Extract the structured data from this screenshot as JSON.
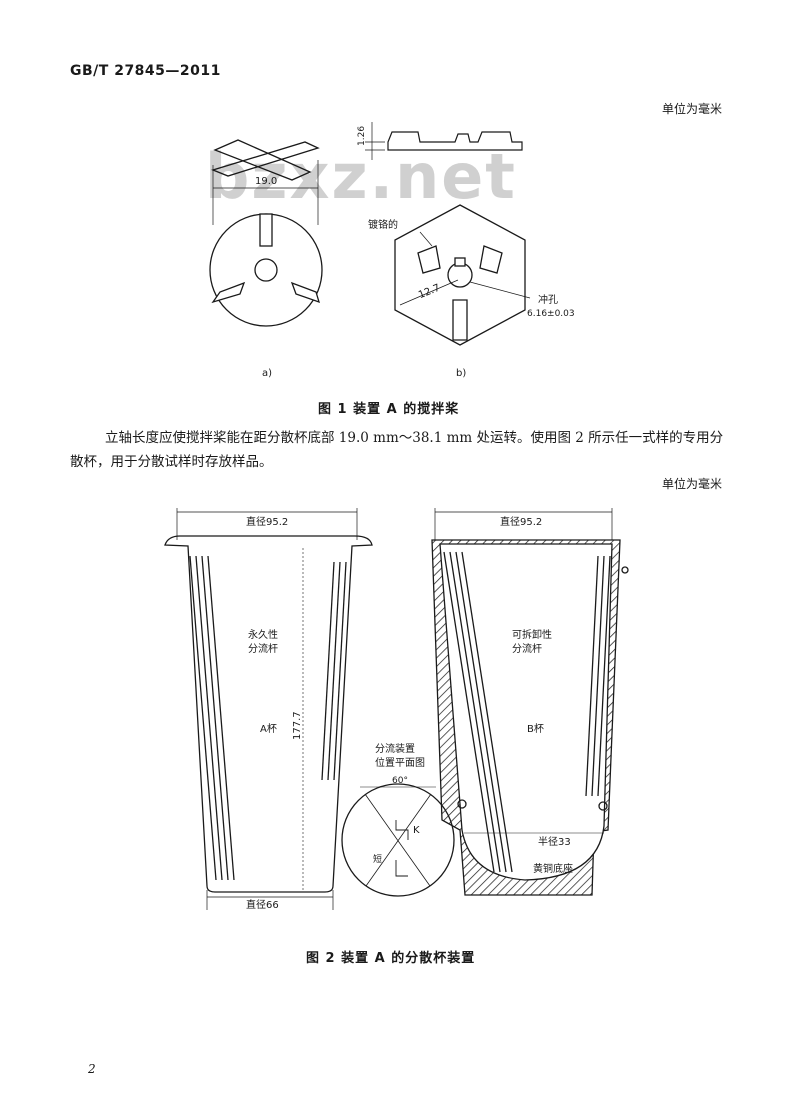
{
  "header": {
    "standard_code": "GB/T 27845—2011"
  },
  "unit_note_1": "单位为毫米",
  "unit_note_2": "单位为毫米",
  "watermark": "bzxz.net",
  "figure1": {
    "caption": "图 1   装置 A 的搅拌桨",
    "sub_a": "a)",
    "sub_b": "b)",
    "dim_diameter": "19.0",
    "dim_thickness": "1.26",
    "label_nickel": "镀铬的",
    "dim_radius": "12.7",
    "label_punch": "冲孔",
    "dim_hole": "6.16±0.03"
  },
  "body_text": "立轴长度应使搅拌桨能在距分散杯底部 19.0 mm～38.1 mm 处运转。使用图 2 所示任一式样的专用分散杯，用于分散试样时存放样品。",
  "figure2": {
    "caption": "图 2   装置 A 的分散杯装置",
    "top_dia_left": "直径95.2",
    "top_dia_right": "直径95.2",
    "height": "177.7",
    "label_permanent_1": "永久性",
    "label_permanent_2": "分流杆",
    "label_cup_a": "A杯",
    "bottom_dia": "直径66",
    "label_plan_1": "分流装置",
    "label_plan_2": "位置平面图",
    "angle": "60°",
    "label_k": "K",
    "label_short": "短",
    "label_removable_1": "可拆卸性",
    "label_removable_2": "分流杆",
    "label_cup_b": "B杯",
    "radius": "半径33",
    "label_brass": "黄铜底座"
  },
  "page": {
    "number": "2"
  }
}
